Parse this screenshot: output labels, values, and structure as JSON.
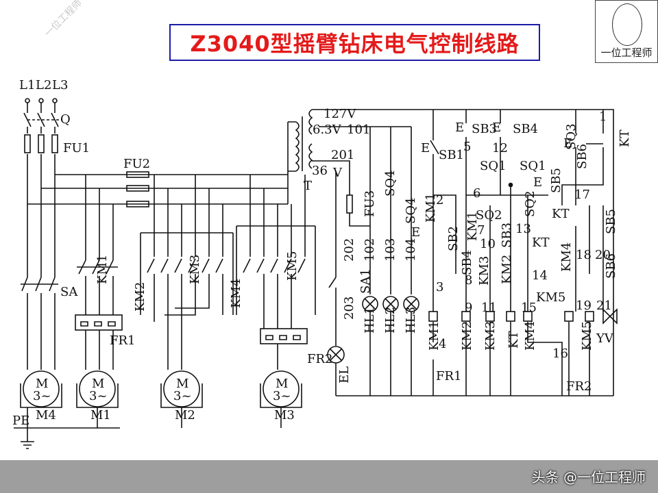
{
  "title": "Z3040型摇臂钻床电气控制线路",
  "logo": {
    "name": "一位工程师",
    "icon": "engineer-seal-icon"
  },
  "watermark": "一位工程师",
  "credit": "头条 @一位工程师",
  "colors": {
    "title": "#e41a1a",
    "title_border": "#1a1aa8",
    "line": "#111111"
  },
  "labels": {
    "lines": [
      "L1",
      "L2",
      "L3"
    ],
    "switch_q": "Q",
    "fu1": "FU1",
    "fu2": "FU2",
    "sa": "SA",
    "fr1": "FR1",
    "fr2": "FR2",
    "km1": "KM1",
    "km2": "KM2",
    "km3": "KM3",
    "km4": "KM4",
    "km5": "KM5",
    "pe": "PE",
    "motor_m": "M",
    "motor_phase": "3~",
    "m4": "M4",
    "m1": "M1",
    "m2": "M2",
    "m3": "M3",
    "v127": "127V",
    "v63": "6.3V",
    "v36": "36",
    "v_unit": "V",
    "transformer": "T",
    "fu3": "FU3",
    "sq4": "SQ4",
    "sa1": "SA1",
    "hl1": "HL1",
    "hl2": "HL2",
    "hl3": "HL3",
    "el": "EL",
    "sb1": "SB1",
    "sb2": "SB2",
    "sb3": "SB3",
    "sb4": "SB4",
    "sb5": "SB5",
    "sb6": "SB6",
    "sq1": "SQ1",
    "sq2": "SQ2",
    "sq3": "SQ3",
    "kt": "KT",
    "yv": "YV",
    "n101": "101",
    "n201": "201",
    "n202": "202",
    "n203": "203",
    "n102": "102",
    "n103": "103",
    "n104": "104",
    "n1": "1",
    "n2": "2",
    "n3": "3",
    "n4": "4",
    "n5": "5",
    "n6": "6",
    "n7": "7",
    "n8": "8",
    "n9": "9",
    "n10": "10",
    "n11": "11",
    "n12": "12",
    "n13": "13",
    "n14": "14",
    "n15": "15",
    "n16": "16",
    "n17": "17",
    "n18": "18",
    "n19": "19",
    "n20": "20",
    "n21": "21",
    "e": "E"
  }
}
